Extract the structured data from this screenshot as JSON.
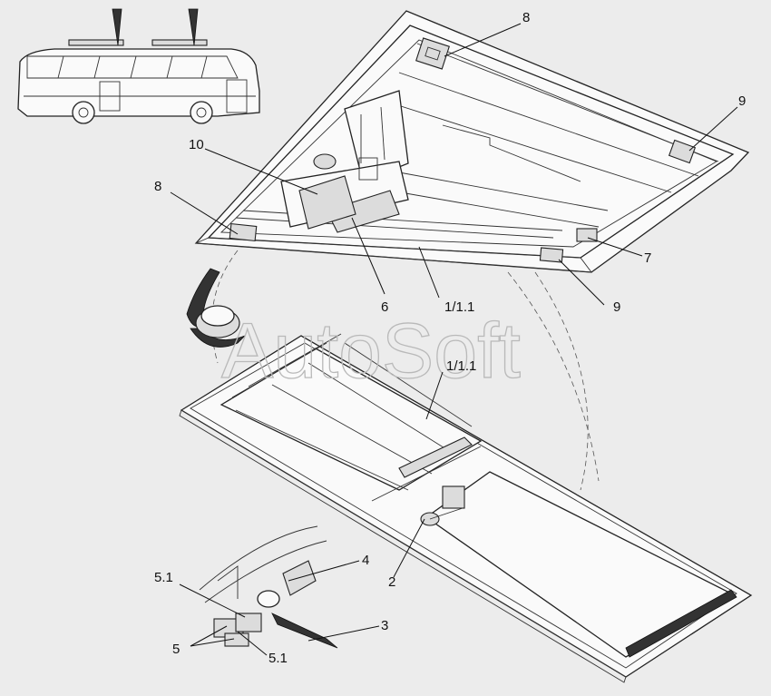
{
  "watermark": "AutoSoft",
  "callouts": [
    {
      "id": "c-8-top",
      "text": "8"
    },
    {
      "id": "c-9-right",
      "text": "9"
    },
    {
      "id": "c-10",
      "text": "10"
    },
    {
      "id": "c-8-left",
      "text": "8"
    },
    {
      "id": "c-7",
      "text": "7"
    },
    {
      "id": "c-6",
      "text": "6"
    },
    {
      "id": "c-1-1-upper",
      "text": "1/1.1"
    },
    {
      "id": "c-9-lower",
      "text": "9"
    },
    {
      "id": "c-1-1-lower",
      "text": "1/1.1"
    },
    {
      "id": "c-4",
      "text": "4"
    },
    {
      "id": "c-2",
      "text": "2"
    },
    {
      "id": "c-5-1-top",
      "text": "5.1"
    },
    {
      "id": "c-3",
      "text": "3"
    },
    {
      "id": "c-5",
      "text": "5"
    },
    {
      "id": "c-5-1-bottom",
      "text": "5.1"
    }
  ]
}
